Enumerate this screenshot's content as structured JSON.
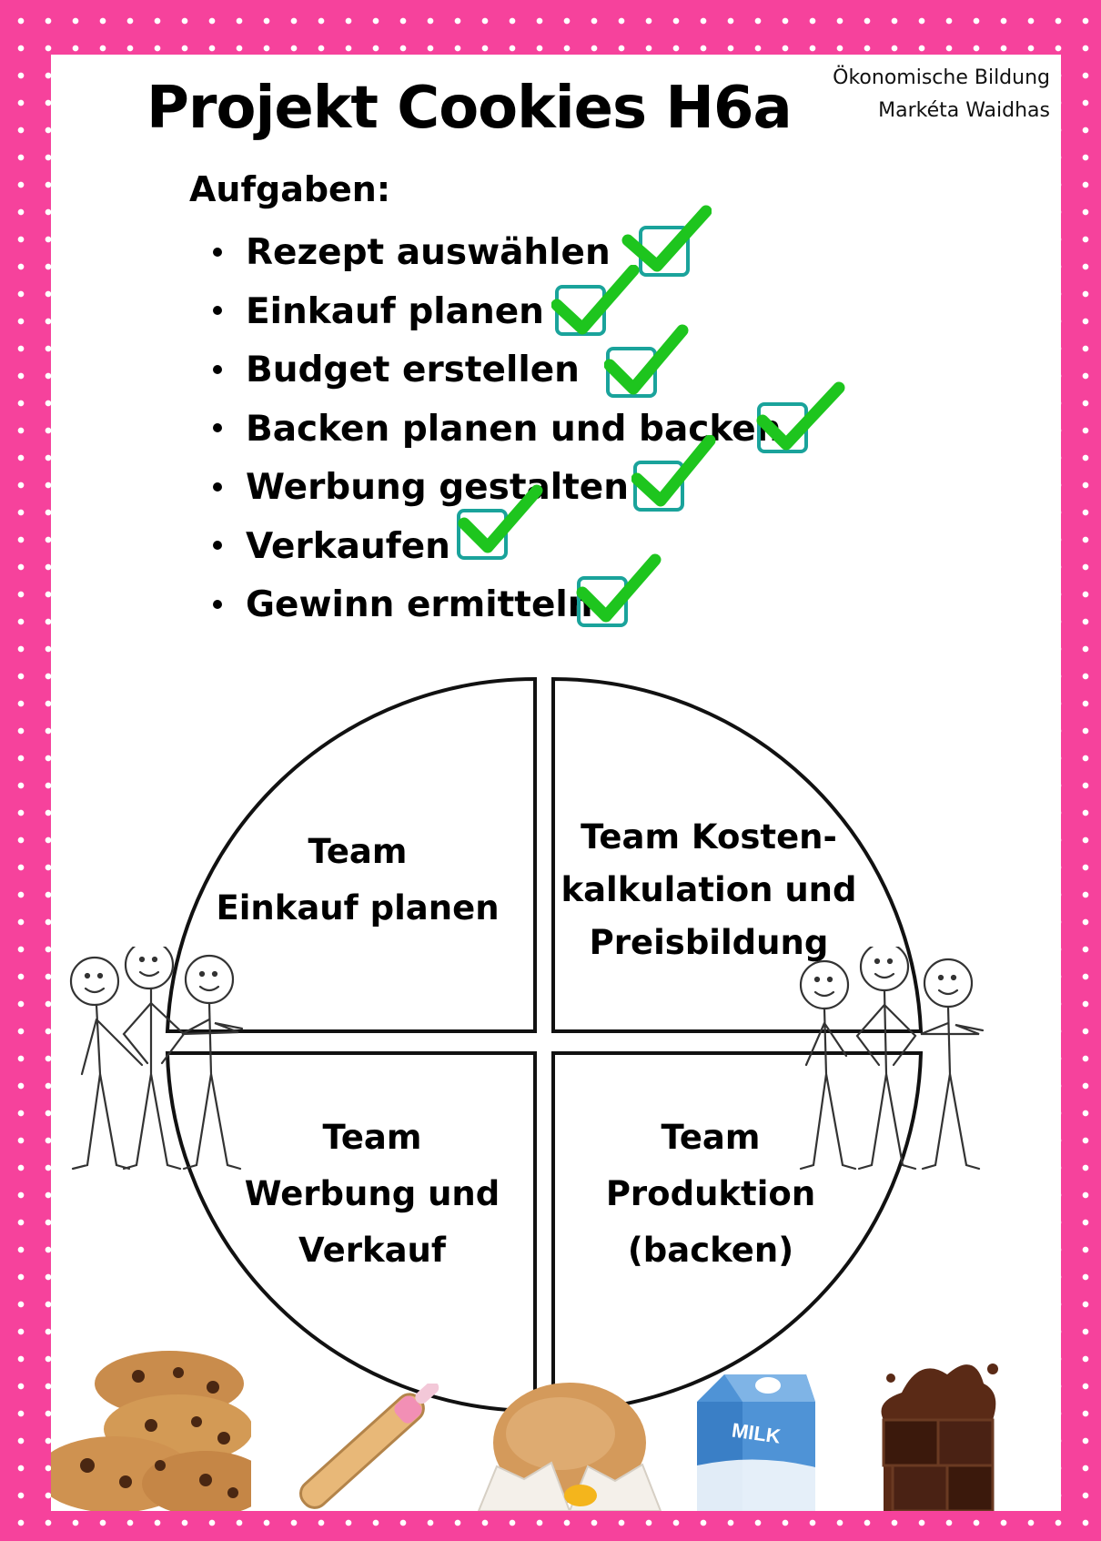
{
  "header": {
    "title": "Projekt Cookies H6a",
    "credit_line1": "Ökonomische Bildung",
    "credit_line2": "Markéta Waidhas"
  },
  "tasks": {
    "heading": "Aufgaben:",
    "items": [
      {
        "label": "Rezept auswählen",
        "done": true
      },
      {
        "label": "Einkauf planen",
        "done": true
      },
      {
        "label": "Budget erstellen",
        "done": true
      },
      {
        "label": "Backen planen und backen",
        "done": true
      },
      {
        "label": "Werbung gestalten",
        "done": true
      },
      {
        "label": "Verkaufen",
        "done": true
      },
      {
        "label": "Gewinn ermitteln",
        "done": true
      }
    ]
  },
  "teams": {
    "top_left": [
      "Team",
      "Einkauf planen"
    ],
    "top_right": [
      "Team Kosten-",
      "kalkulation und",
      "Preisbildung"
    ],
    "bottom_left": [
      "Team",
      "Werbung und",
      "Verkauf"
    ],
    "bottom_right": [
      "Team",
      "Produktion",
      "(backen)"
    ]
  },
  "milk_label": "MILK",
  "colors": {
    "frame": "#f6429c",
    "check": "#1ec51e",
    "checkbox": "#1aa39b"
  },
  "icons": [
    "cookie-icon",
    "rolling-pin-icon",
    "egg-icon",
    "milk-carton-icon",
    "chocolate-icon",
    "stick-figure-icon"
  ]
}
